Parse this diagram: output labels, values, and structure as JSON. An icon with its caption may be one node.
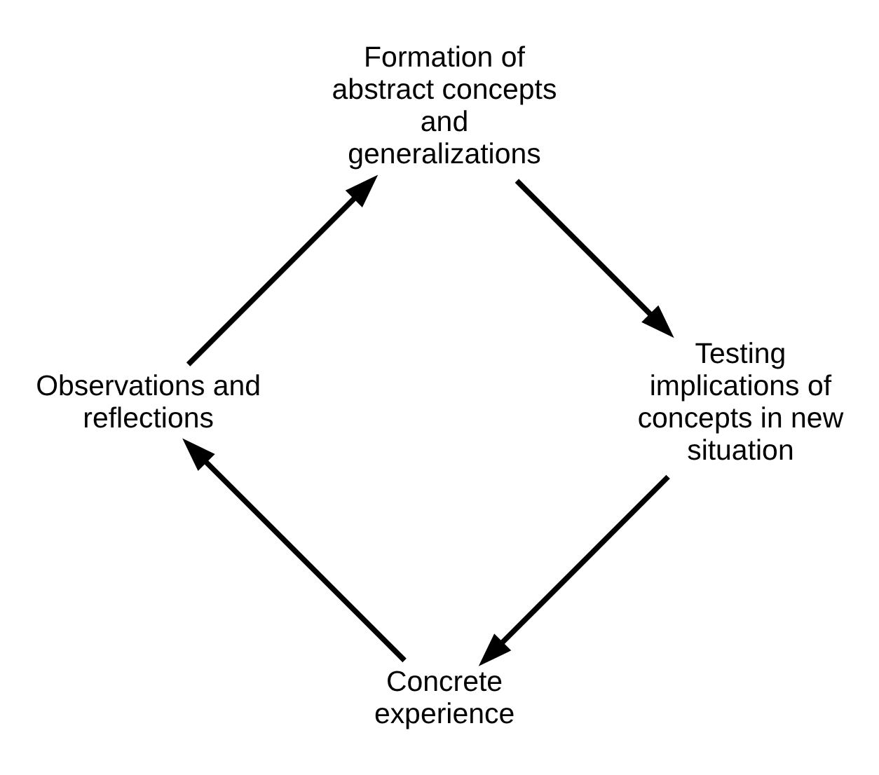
{
  "diagram": {
    "nodes": [
      {
        "text": [
          "Concrete experience"
        ]
      },
      {
        "text": [
          "Observations and reflections"
        ]
      },
      {
        "text": [
          "Formation of abstract concepts and generalizations"
        ]
      },
      {
        "text": [
          "Testing implications of concepts in new situation"
        ]
      }
    ],
    "edges": [
      {
        "from": 0,
        "to": 1,
        "arrow": "to"
      },
      {
        "from": 1,
        "to": 2,
        "arrow": "to"
      },
      {
        "from": 2,
        "to": 3,
        "arrow": "to"
      },
      {
        "from": 3,
        "to": 0,
        "arrow": "to"
      }
    ]
  }
}
